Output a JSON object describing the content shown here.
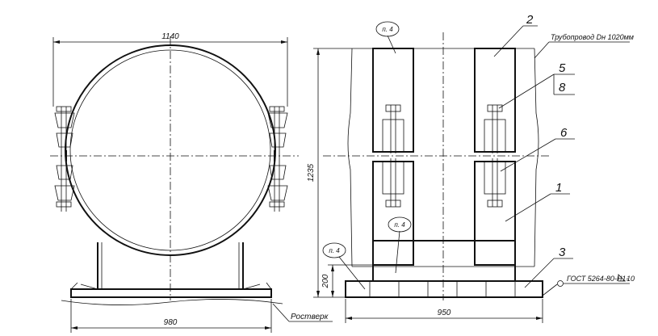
{
  "front_view": {
    "dim_top": "1140",
    "dim_bottom": "980",
    "foundation_label": "Ростверк"
  },
  "side_view": {
    "dim_height": "1235",
    "dim_base_height": "200",
    "dim_bottom": "950",
    "pipeline_label": "Трубопровод Dн 1020мм",
    "weld_label": "ГОСТ 5264-80-Н1-",
    "weld_size": "10"
  },
  "callouts": {
    "c1": "1",
    "c2": "2",
    "c3": "3",
    "c5": "5",
    "c6": "6",
    "c8": "8"
  },
  "bubbles": {
    "b1": "п. 4",
    "b2": "п. 4",
    "b3": "п. 4"
  }
}
